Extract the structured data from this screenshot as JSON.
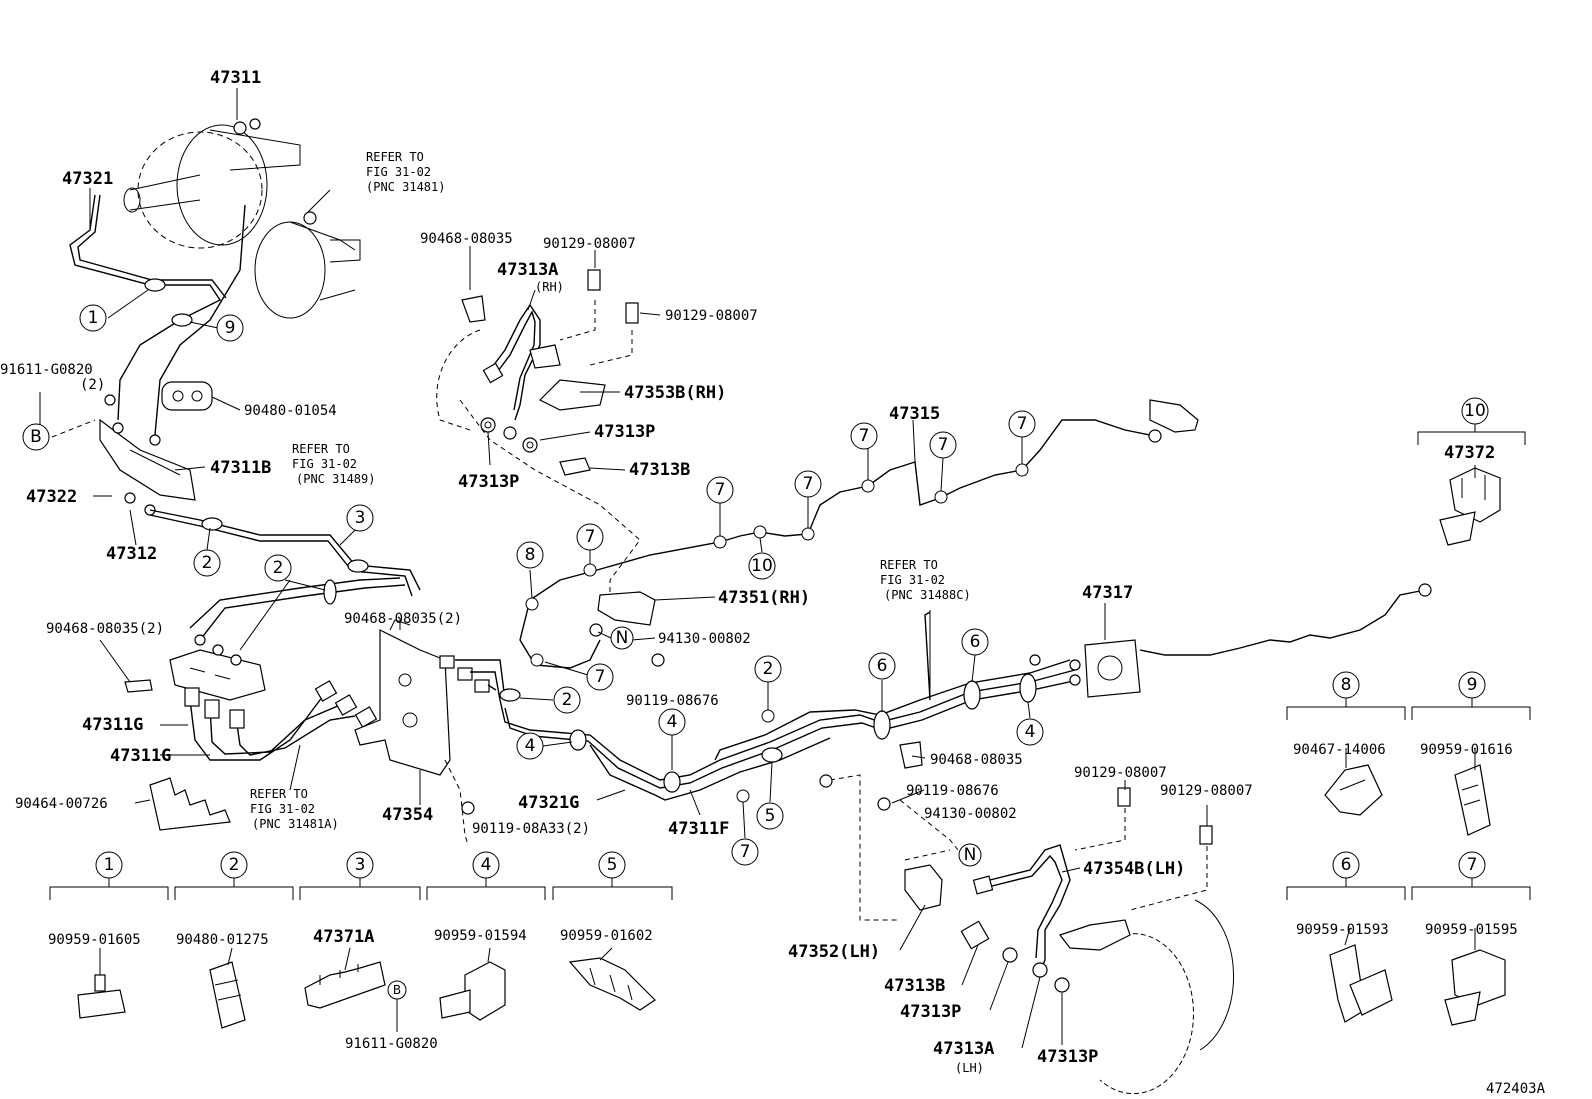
{
  "labels": {
    "p47311_top": "47311",
    "p47321": "47321",
    "refer_a1": "REFER TO",
    "refer_a2": "FIG 31-02",
    "refer_a3": "(PNC 31481)",
    "p91611_g0820": "91611-G0820",
    "qty2_a": "(2)",
    "p90480_01054": "90480-01054",
    "p47311b": "47311B",
    "refer_b1": "REFER TO",
    "refer_b2": "FIG 31-02",
    "refer_b3": "(PNC 31489)",
    "p47322": "47322",
    "p47312": "47312",
    "p90468_08035_2a": "90468-08035(2)",
    "p90468_08035_2b": "90468-08035(2)",
    "p47311g_a": "47311G",
    "p47311g_b": "47311G",
    "p90464_00726": "90464-00726",
    "refer_c1": "REFER TO",
    "refer_c2": "FIG 31-02",
    "refer_c3": "(PNC 31481A)",
    "p47354": "47354",
    "p90119_08a33": "90119-08A33(2)",
    "p90468_08035_top": "90468-08035",
    "p90129_08007_a": "90129-08007",
    "p47313a_rh": "47313A",
    "rh_a": "(RH)",
    "p90129_08007_b": "90129-08007",
    "p47353b": "47353B(RH)",
    "p47313p_a": "47313P",
    "p47313p_b": "47313P",
    "p47313b_a": "47313B",
    "p47315": "47315",
    "p47351": "47351(RH)",
    "p94130_00802_a": "94130-00802",
    "p90119_08676_a": "90119-08676",
    "refer_d1": "REFER TO",
    "refer_d2": "FIG 31-02",
    "refer_d3": "(PNC 31488C)",
    "p47317": "47317",
    "p47372": "47372",
    "p90468_08035_mid": "90468-08035",
    "p90119_08676_b": "90119-08676",
    "p94130_00802_b": "94130-00802",
    "p47321g": "47321G",
    "p47311f": "47311F",
    "p90129_08007_c": "90129-08007",
    "p90129_08007_d": "90129-08007",
    "p47354b": "47354B(LH)",
    "p47352": "47352(LH)",
    "p47313b_b": "47313B",
    "p47313p_c": "47313P",
    "p47313a_lh": "47313A",
    "lh_a": "(LH)",
    "p47313p_d": "47313P",
    "p90467_14006": "90467-14006",
    "p90959_01616": "90959-01616",
    "p90959_01593": "90959-01593",
    "p90959_01595": "90959-01595",
    "p90959_01605": "90959-01605",
    "p90480_01275": "90480-01275",
    "p47371a": "47371A",
    "p90959_01594": "90959-01594",
    "p90959_01602": "90959-01602",
    "p91611_g0820_b": "91611-G0820",
    "fig_code": "472403A"
  },
  "callouts": {
    "c1": "1",
    "c2": "2",
    "c3": "3",
    "c4": "4",
    "c5": "5",
    "c6": "6",
    "c7": "7",
    "c8": "8",
    "c9": "9",
    "c10": "10",
    "cB": "B",
    "cN": "N"
  }
}
